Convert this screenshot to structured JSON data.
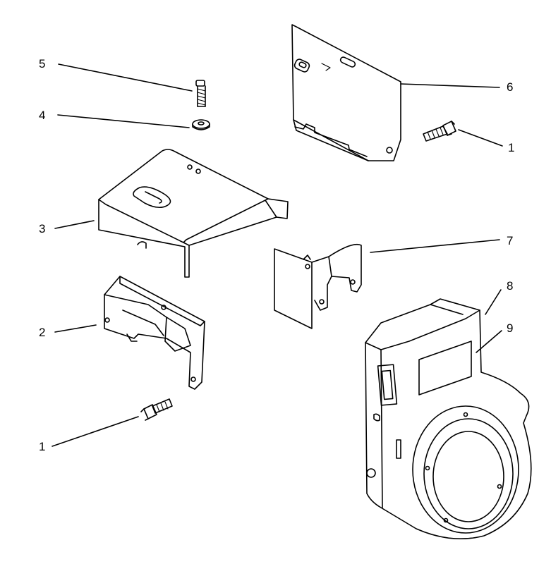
{
  "callouts": {
    "c5": "5",
    "c4": "4",
    "c6": "6",
    "c1_top": "1",
    "c3": "3",
    "c7": "7",
    "c8": "8",
    "c9": "9",
    "c2": "2",
    "c1_bottom": "1"
  },
  "colors": {
    "line": "#000000",
    "background": "#ffffff"
  }
}
